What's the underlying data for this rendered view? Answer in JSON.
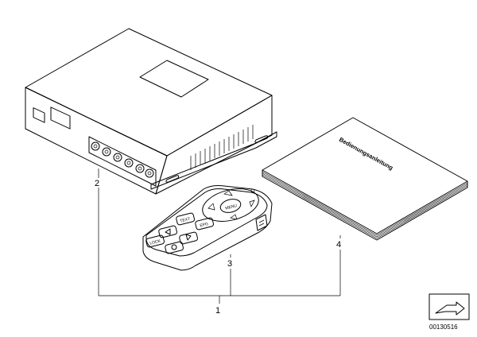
{
  "callouts": {
    "assembly": "1",
    "receiver_unit": "2",
    "remote_control": "3",
    "manual": "4"
  },
  "manual_title": "Bedienungsanleitung",
  "remote_buttons": {
    "menu": "MENU",
    "text": "TEXT",
    "epg": "EPG",
    "lock": "LOCK"
  },
  "reference_number": "00130516",
  "icons": [
    "arrow-right-icon"
  ]
}
